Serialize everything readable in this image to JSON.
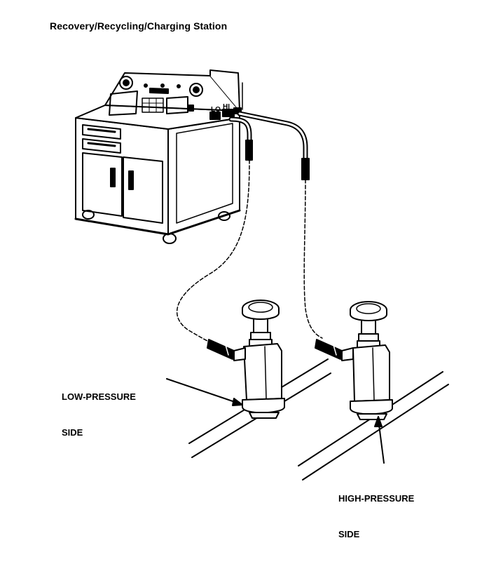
{
  "title": "Recovery/Recycling/Charging Station",
  "labels": {
    "low_pressure_line1": "LOW-PRESSURE",
    "low_pressure_line2": "SIDE",
    "high_pressure_line1": "HIGH-PRESSURE",
    "high_pressure_line2": "SIDE"
  },
  "panel": {
    "lo_marking": "LO",
    "hi_marking": "HI"
  },
  "colors": {
    "ink": "#000000",
    "paper": "#ffffff"
  }
}
